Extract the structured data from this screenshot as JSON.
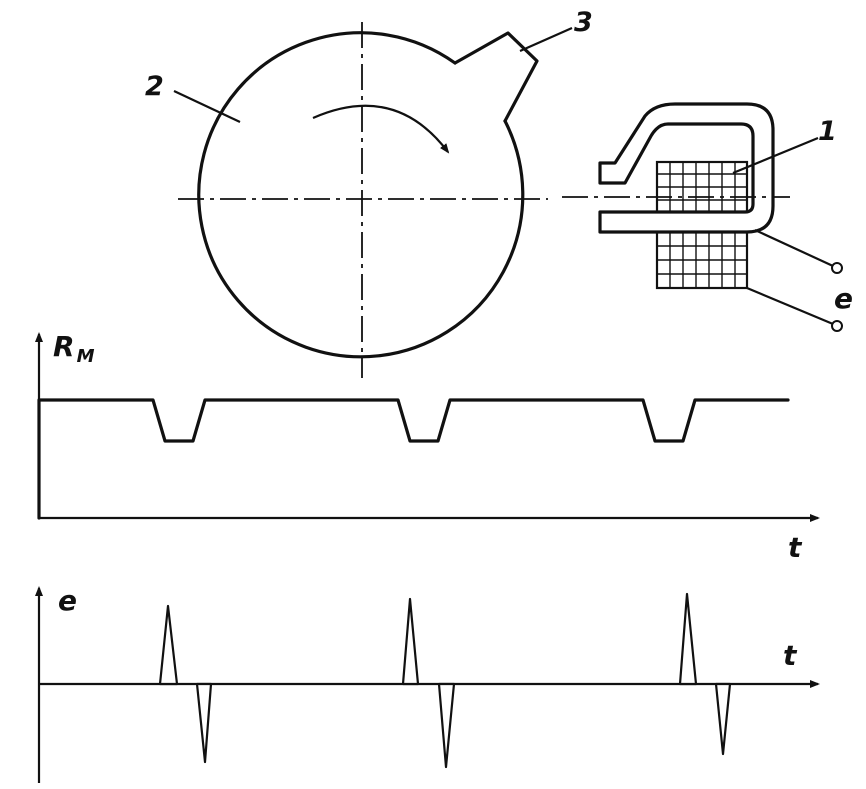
{
  "diagram": {
    "labels": {
      "sensor_coil": "1",
      "rotor_disk": "2",
      "rotor_tooth": "3",
      "output_emf": "e"
    }
  },
  "graph_reluctance": {
    "y_label_main": "R",
    "y_label_sub": "M",
    "x_label": "t"
  },
  "graph_emf": {
    "y_label": "e",
    "x_label": "t"
  }
}
